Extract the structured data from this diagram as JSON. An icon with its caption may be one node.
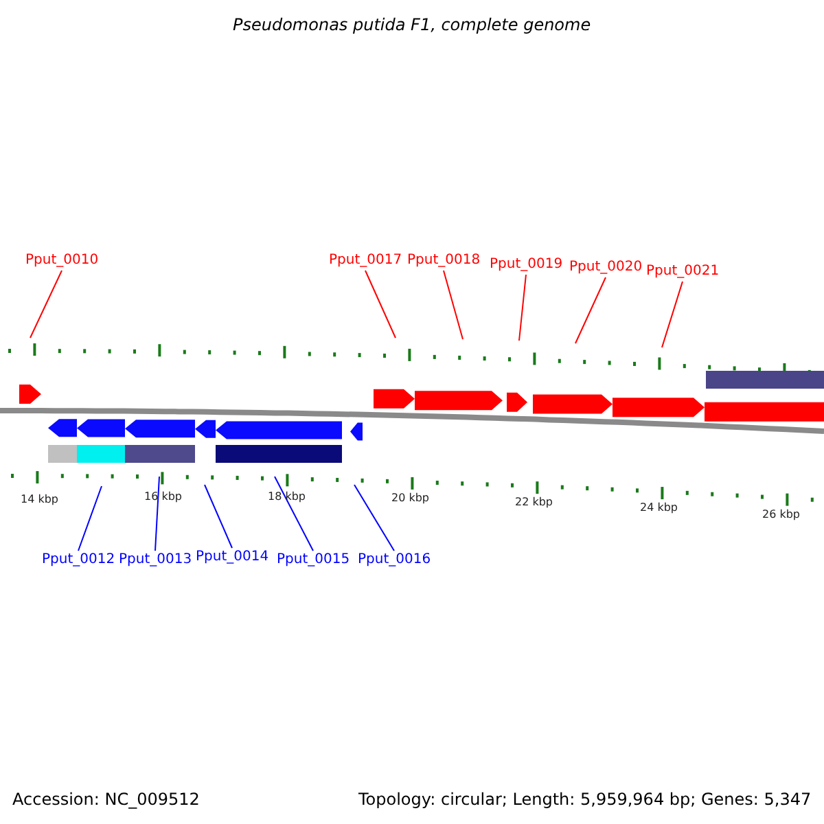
{
  "diagram": {
    "title": "Pseudomonas putida F1, complete genome",
    "nodes": [
      {
        "text": [
          "Pput_0010"
        ]
      },
      {
        "text": [
          "Pput_0017"
        ]
      },
      {
        "text": [
          "Pput_0018"
        ]
      },
      {
        "text": [
          "Pput_0019"
        ]
      },
      {
        "text": [
          "Pput_0020"
        ]
      },
      {
        "text": [
          "Pput_0021"
        ]
      },
      {
        "text": [
          "Pput_0012"
        ]
      },
      {
        "text": [
          "Pput_0013"
        ]
      },
      {
        "text": [
          "Pput_0014"
        ]
      },
      {
        "text": [
          "Pput_0015"
        ]
      },
      {
        "text": [
          "Pput_0016"
        ]
      }
    ],
    "edges": [
      {
        "from": 0,
        "to": null,
        "arrow": "none"
      },
      {
        "from": 1,
        "to": null,
        "arrow": "none"
      },
      {
        "from": 2,
        "to": null,
        "arrow": "none"
      },
      {
        "from": 3,
        "to": null,
        "arrow": "none"
      },
      {
        "from": 4,
        "to": null,
        "arrow": "none"
      },
      {
        "from": 5,
        "to": null,
        "arrow": "none"
      },
      {
        "from": 6,
        "to": null,
        "arrow": "none",
        "color": "#0000ff"
      },
      {
        "from": 7,
        "to": null,
        "arrow": "none",
        "color": "#0000ff"
      },
      {
        "from": 8,
        "to": null,
        "arrow": "none",
        "color": "#0000ff"
      },
      {
        "from": 9,
        "to": null,
        "arrow": "none",
        "color": "#0000ff"
      },
      {
        "from": 10,
        "to": null,
        "arrow": "none",
        "color": "#0000ff"
      }
    ],
    "labels": [
      "14 kbp",
      "16 kbp",
      "18 kbp",
      "20 kbp",
      "22 kbp",
      "24 kbp",
      "26 kbp",
      "Accession: NC_009512",
      "Topology: circular; Length: 5,959,964 bp; Genes: 5,347"
    ]
  }
}
